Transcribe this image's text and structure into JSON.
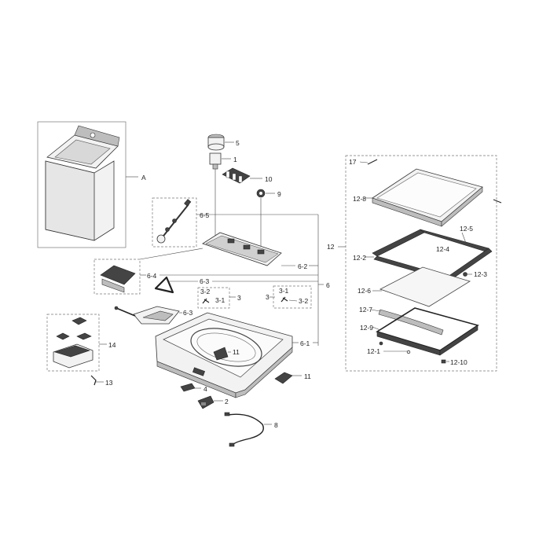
{
  "callouts": {
    "A": "A",
    "p1": "1",
    "p2": "2",
    "p3a": "3",
    "p3b": "3",
    "p3_1a": "3-1",
    "p3_1b": "3-1",
    "p3_2a": "3-2",
    "p3_2b": "3-2",
    "p4": "4",
    "p5": "5",
    "p6": "6",
    "p6_1": "6-1",
    "p6_2": "6-2",
    "p6_3a": "6-3",
    "p6_3b": "6-3",
    "p6_4": "6-4",
    "p6_5": "6-5",
    "p8": "8",
    "p9": "9",
    "p10": "10",
    "p11a": "11",
    "p11b": "11",
    "p12": "12",
    "p12_1": "12-1",
    "p12_2": "12-2",
    "p12_3": "12-3",
    "p12_4": "12-4",
    "p12_5": "12-5",
    "p12_6": "12-6",
    "p12_7": "12-7",
    "p12_8": "12-8",
    "p12_9": "12-9",
    "p12_10": "12-10",
    "p13": "13",
    "p14": "14",
    "p17": "17"
  }
}
